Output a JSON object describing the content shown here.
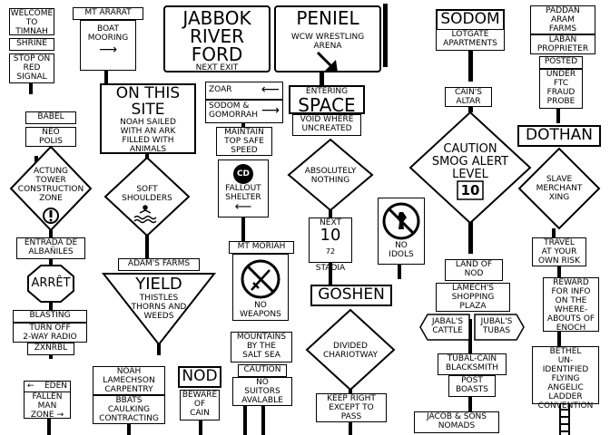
{
  "signs": {
    "welcome_timnah": [
      "WELCOME",
      "TO",
      "TIMNAH"
    ],
    "shrine": "SHRINE",
    "stop_on_red": [
      "STOP ON",
      "RED",
      "SIGNAL"
    ],
    "mt_ararat": "MT ARARAT",
    "boat_mooring": [
      "BOAT",
      "MOORING"
    ],
    "jabbok": [
      "JABBOK",
      "RIVER",
      "FORD"
    ],
    "next_exit": "NEXT EXIT",
    "peniel": "PENIEL",
    "wcw": [
      "WCW WRESTLING",
      "ARENA"
    ],
    "sodom": "SODOM",
    "lotgate": [
      "LOTGATE",
      "APARTMENTS"
    ],
    "paddan": [
      "PADDAN",
      "ARAM",
      "FARMS"
    ],
    "laban": [
      "LABAN",
      "PROPRIETER"
    ],
    "posted": "POSTED",
    "under_ftc": [
      "UNDER",
      "FTC",
      "FRAUD",
      "PROBE"
    ],
    "on_this_site": [
      "ON THIS",
      "SITE"
    ],
    "noah_sailed": [
      "NOAH SAILED",
      "WITH AN ARK",
      "FILLED WITH",
      "ANIMALS"
    ],
    "zoar": "ZOAR",
    "sodom_gomorrah": [
      "SODOM &",
      "GOMORRAH"
    ],
    "entering": "ENTERING",
    "space": "SPACE",
    "void": [
      "VOID WHERE",
      "UNCREATED"
    ],
    "cains_altar": [
      "CAIN'S",
      "ALTAR"
    ],
    "babel": "BABEL",
    "neo_polis": [
      "NEO",
      "POLIS"
    ],
    "actung": [
      "ACTUNG",
      "TOWER",
      "CONSTRUCTION",
      "ZONE"
    ],
    "soft_shoulders": [
      "SOFT",
      "SHOULDERS"
    ],
    "maintain": [
      "MAINTAIN",
      "TOP SAFE",
      "SPEED"
    ],
    "cd": "CD",
    "fallout": [
      "FALLOUT",
      "SHELTER"
    ],
    "absolutely": [
      "ABSOLUTELY",
      "NOTHING"
    ],
    "caution_smog": [
      "CAUTION",
      "SMOG ALERT",
      "LEVEL"
    ],
    "level_10": "10",
    "dothan": "DOTHAN",
    "slave": [
      "SLAVE",
      "MERCHANT",
      "XING"
    ],
    "next_10": "NEXT",
    "ten": "10",
    "exp72": "72",
    "stadia": "STADIA",
    "no_idols": [
      "NO",
      "IDOLS"
    ],
    "entrada": [
      "ENTRADA DE",
      "ALBAÑILES"
    ],
    "arret": "ARRÊT",
    "mt_moriah": "MT MORIAH",
    "no_weapons": [
      "NO",
      "WEAPONS"
    ],
    "adams_farms": "ADAM'S FARMS",
    "yield": "YIELD",
    "thistles": [
      "THISTLES",
      "THORNS AND",
      "WEEDS"
    ],
    "land_of_nod": [
      "LAND OF",
      "NOD"
    ],
    "lamech": [
      "LAMECH'S",
      "SHOPPING",
      "PLAZA"
    ],
    "travel": [
      "TRAVEL",
      "AT YOUR",
      "OWN RISK"
    ],
    "reward": [
      "REWARD",
      "FOR INFO",
      "ON THE",
      "WHERE-",
      "ABOUTS OF",
      "ENOCH"
    ],
    "goshen": "GOSHEN",
    "divided": [
      "DIVIDED",
      "CHARIOTWAY"
    ],
    "blasting": "BLASTING",
    "turn_off": [
      "TURN OFF",
      "2-WAY RADIO"
    ],
    "zxnrbl": "ZXNRBL",
    "jabals_cattle": [
      "JABAL'S",
      "CATTLE"
    ],
    "jubals_tubas": [
      "JUBAL'S",
      "TUBAS"
    ],
    "mountains": [
      "MOUNTAINS",
      "BY THE",
      "SALT SEA"
    ],
    "caution_small": "CAUTION",
    "no_suitors": [
      "NO",
      "SUITORS",
      "AVALABLE"
    ],
    "tubal_cain": [
      "TUBAL-CAIN",
      "BLACKSMITH"
    ],
    "post_boasts": [
      "POST",
      "BOASTS"
    ],
    "eden": "EDEN",
    "fallen_man": [
      "FALLEN",
      "MAN",
      "ZONE"
    ],
    "noah_lamech": [
      "NOAH",
      "LAMECHSON",
      "CARPENTRY"
    ],
    "bbats": [
      "BBATS",
      "CAULKING",
      "CONTRACTING"
    ],
    "nod": "NOD",
    "beware_cain": [
      "BEWARE",
      "OF",
      "CAIN"
    ],
    "keep_right": [
      "KEEP RIGHT",
      "EXCEPT TO",
      "PASS"
    ],
    "jacob_sons": [
      "JACOB & SONS",
      "NOMADS"
    ],
    "bethel": [
      "BETHEL",
      "UN-",
      "IDENTIFIED",
      "FLYING",
      "ANGELIC",
      "LADDER",
      "CONVENTION"
    ]
  }
}
